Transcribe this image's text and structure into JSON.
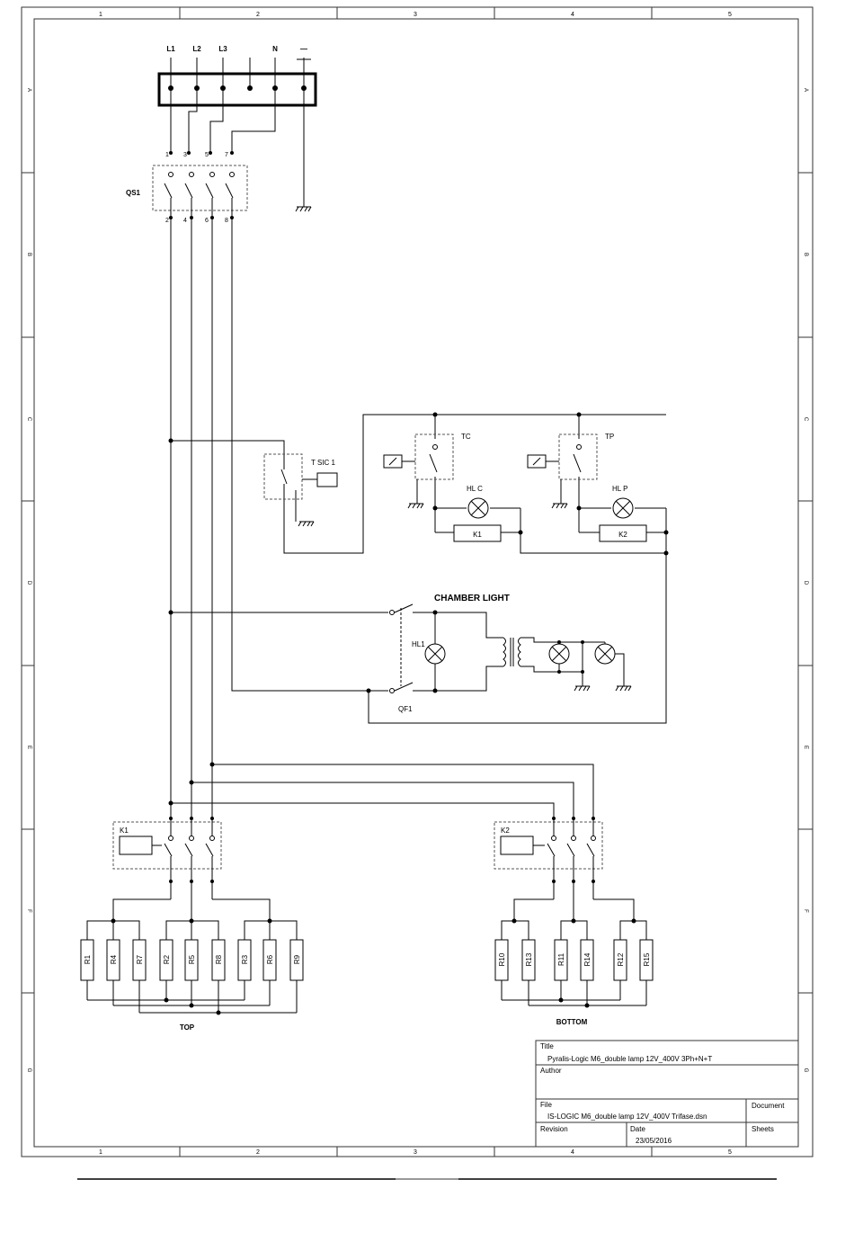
{
  "frame": {
    "columns": [
      "1",
      "2",
      "3",
      "4",
      "5"
    ],
    "rows": [
      "A",
      "B",
      "C",
      "D",
      "E",
      "F",
      "G"
    ]
  },
  "terminals": {
    "labels": [
      "L1",
      "L2",
      "L3",
      "N",
      "—"
    ]
  },
  "switch_qs1": {
    "name": "QS1",
    "pins_top": [
      "1",
      "3",
      "5",
      "7"
    ],
    "pins_bottom": [
      "2",
      "4",
      "6",
      "8"
    ]
  },
  "controls": {
    "tsic": "T SIC 1",
    "tc": "TC",
    "tp": "TP",
    "hlc": "HL C",
    "hlp": "HL P",
    "k1_coil": "K1",
    "k2_coil": "K2"
  },
  "chamber": {
    "title": "CHAMBER LIGHT",
    "hl1": "HL1",
    "qf1": "QF1"
  },
  "contactors": {
    "k1": "K1",
    "k2": "K2"
  },
  "resistors": {
    "top": [
      "R1",
      "R4",
      "R7",
      "R2",
      "R5",
      "R8",
      "R3",
      "R6",
      "R9"
    ],
    "bottom": [
      "R10",
      "R13",
      "R11",
      "R14",
      "R12",
      "R15"
    ],
    "top_label": "TOP",
    "bottom_label": "BOTTOM"
  },
  "title_block": {
    "title_label": "Title",
    "title_value": "Pyralis-Logic M6_double lamp 12V_400V 3Ph+N+T",
    "author_label": "Author",
    "file_label": "File",
    "file_value": "IS-LOGIC M6_double lamp 12V_400V Trifase.dsn",
    "document_label": "Document",
    "revision_label": "Revision",
    "date_label": "Date",
    "date_value": "23/05/2016",
    "sheets_label": "Sheets"
  }
}
